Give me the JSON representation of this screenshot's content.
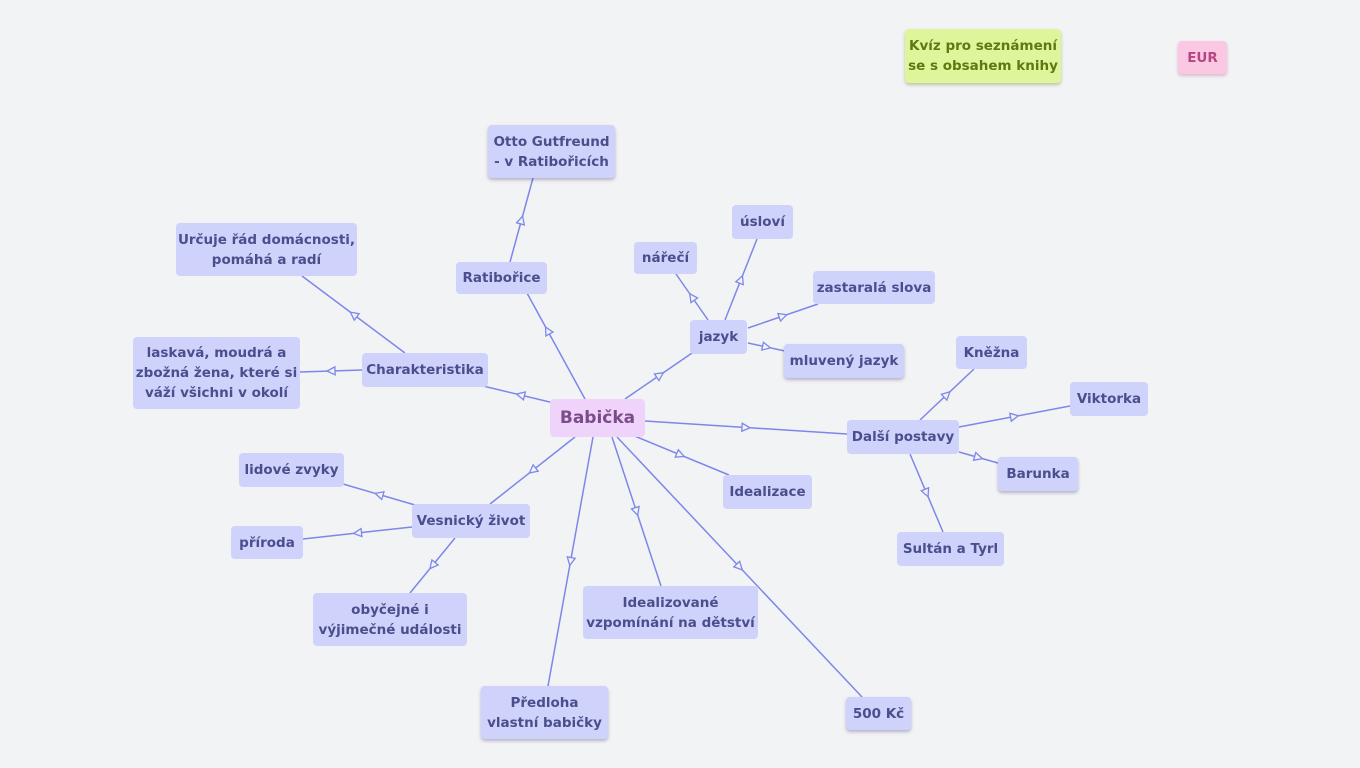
{
  "diagram": {
    "root": {
      "label": "Babička"
    },
    "nodes": {
      "otto": {
        "label": "Otto Gutfreund\n- v Ratibořicích"
      },
      "ratiborice": {
        "label": "Ratibořice"
      },
      "urcuje": {
        "label": "Určuje řád domácnosti,\npomáhá a radí"
      },
      "charakteristika": {
        "label": "Charakteristika"
      },
      "laskava": {
        "label": "laskavá, moudrá a\nzbožná žena, které si\nváží všichni v okolí"
      },
      "usloví": {
        "label": "úsloví"
      },
      "nareci": {
        "label": "nářečí"
      },
      "jazyk": {
        "label": "jazyk"
      },
      "zastarala": {
        "label": "zastaralá slova"
      },
      "mluveny": {
        "label": "mluvený jazyk"
      },
      "knezna": {
        "label": "Kněžna"
      },
      "viktorka": {
        "label": "Viktorka"
      },
      "dalsi": {
        "label": "Další postavy"
      },
      "barunka": {
        "label": "Barunka"
      },
      "sultan": {
        "label": "Sultán a Tyrl"
      },
      "idealizace": {
        "label": "Idealizace"
      },
      "lidove": {
        "label": "lidové zvyky"
      },
      "vesnicky": {
        "label": "Vesnický život"
      },
      "priroda": {
        "label": "příroda"
      },
      "obycejne": {
        "label": "obyčejné i\nvýjimečné události"
      },
      "idealizovane": {
        "label": "Idealizované\nvzpomínání na dětství"
      },
      "predloha": {
        "label": "Předloha\nvlastní babičky"
      },
      "kc500": {
        "label": "500 Kč"
      }
    },
    "floating": {
      "quiz": {
        "label": "Kvíz pro seznámení\nse s obsahem knihy"
      },
      "eur": {
        "label": "EUR"
      }
    },
    "colors": {
      "edge": "#7d87ea",
      "node_fill": "#cfd2fb",
      "node_text": "#4a4e8c",
      "root_fill": "#f0d3fa",
      "root_text": "#7b4c8a",
      "quiz_fill": "#dff59b",
      "quiz_text": "#5c7a10",
      "eur_fill": "#fbc8e4",
      "eur_text": "#b4477f",
      "background": "#f2f3f5"
    }
  }
}
